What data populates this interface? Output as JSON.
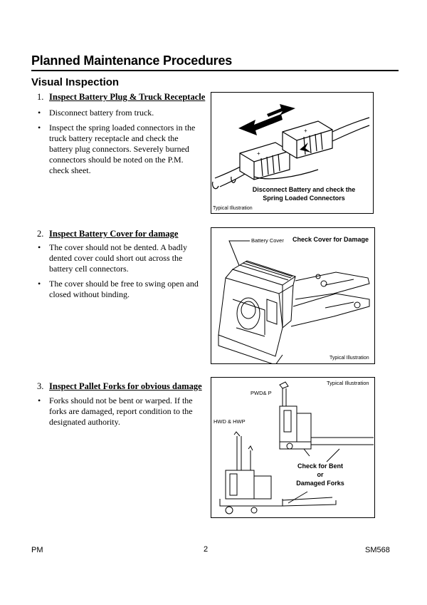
{
  "header": {
    "title": "Planned Maintenance Procedures",
    "section": "Visual Inspection"
  },
  "steps": [
    {
      "number": "1.",
      "heading": "Inspect Battery Plug & Truck Receptacle",
      "bullets": [
        "Disconnect battery from truck.",
        "Inspect the spring loaded connectors in the truck battery receptacle and check the battery plug connectors. Severely burned connectors should be noted on the P.M. check sheet."
      ],
      "figure": {
        "callout_line1": "Disconnect Battery and check the",
        "callout_line2": "Spring Loaded Connectors",
        "caption": "Typical Illustration"
      }
    },
    {
      "number": "2.",
      "heading": "Inspect Battery Cover for damage",
      "bullets": [
        "The cover should not be dented. A badly dented cover could short out across the battery cell connectors.",
        "The cover should be free to swing open and closed without binding."
      ],
      "figure": {
        "label": "Battery Cover",
        "callout": "Check Cover for Damage",
        "caption": "Typical Illustration"
      }
    },
    {
      "number": "3.",
      "heading": "Inspect Pallet Forks for obvious damage",
      "bullets": [
        "Forks should not be bent or warped. If the forks are damaged, report condition to the designated authority."
      ],
      "figure": {
        "caption": "Typical Illustration",
        "label_a": "PWD& P",
        "label_b": "HWD & HWP",
        "callout_line1": "Check for Bent",
        "callout_line2": "or",
        "callout_line3": "Damaged Forks"
      }
    }
  ],
  "footer": {
    "left": "PM",
    "page": "2",
    "right": "SM568"
  }
}
